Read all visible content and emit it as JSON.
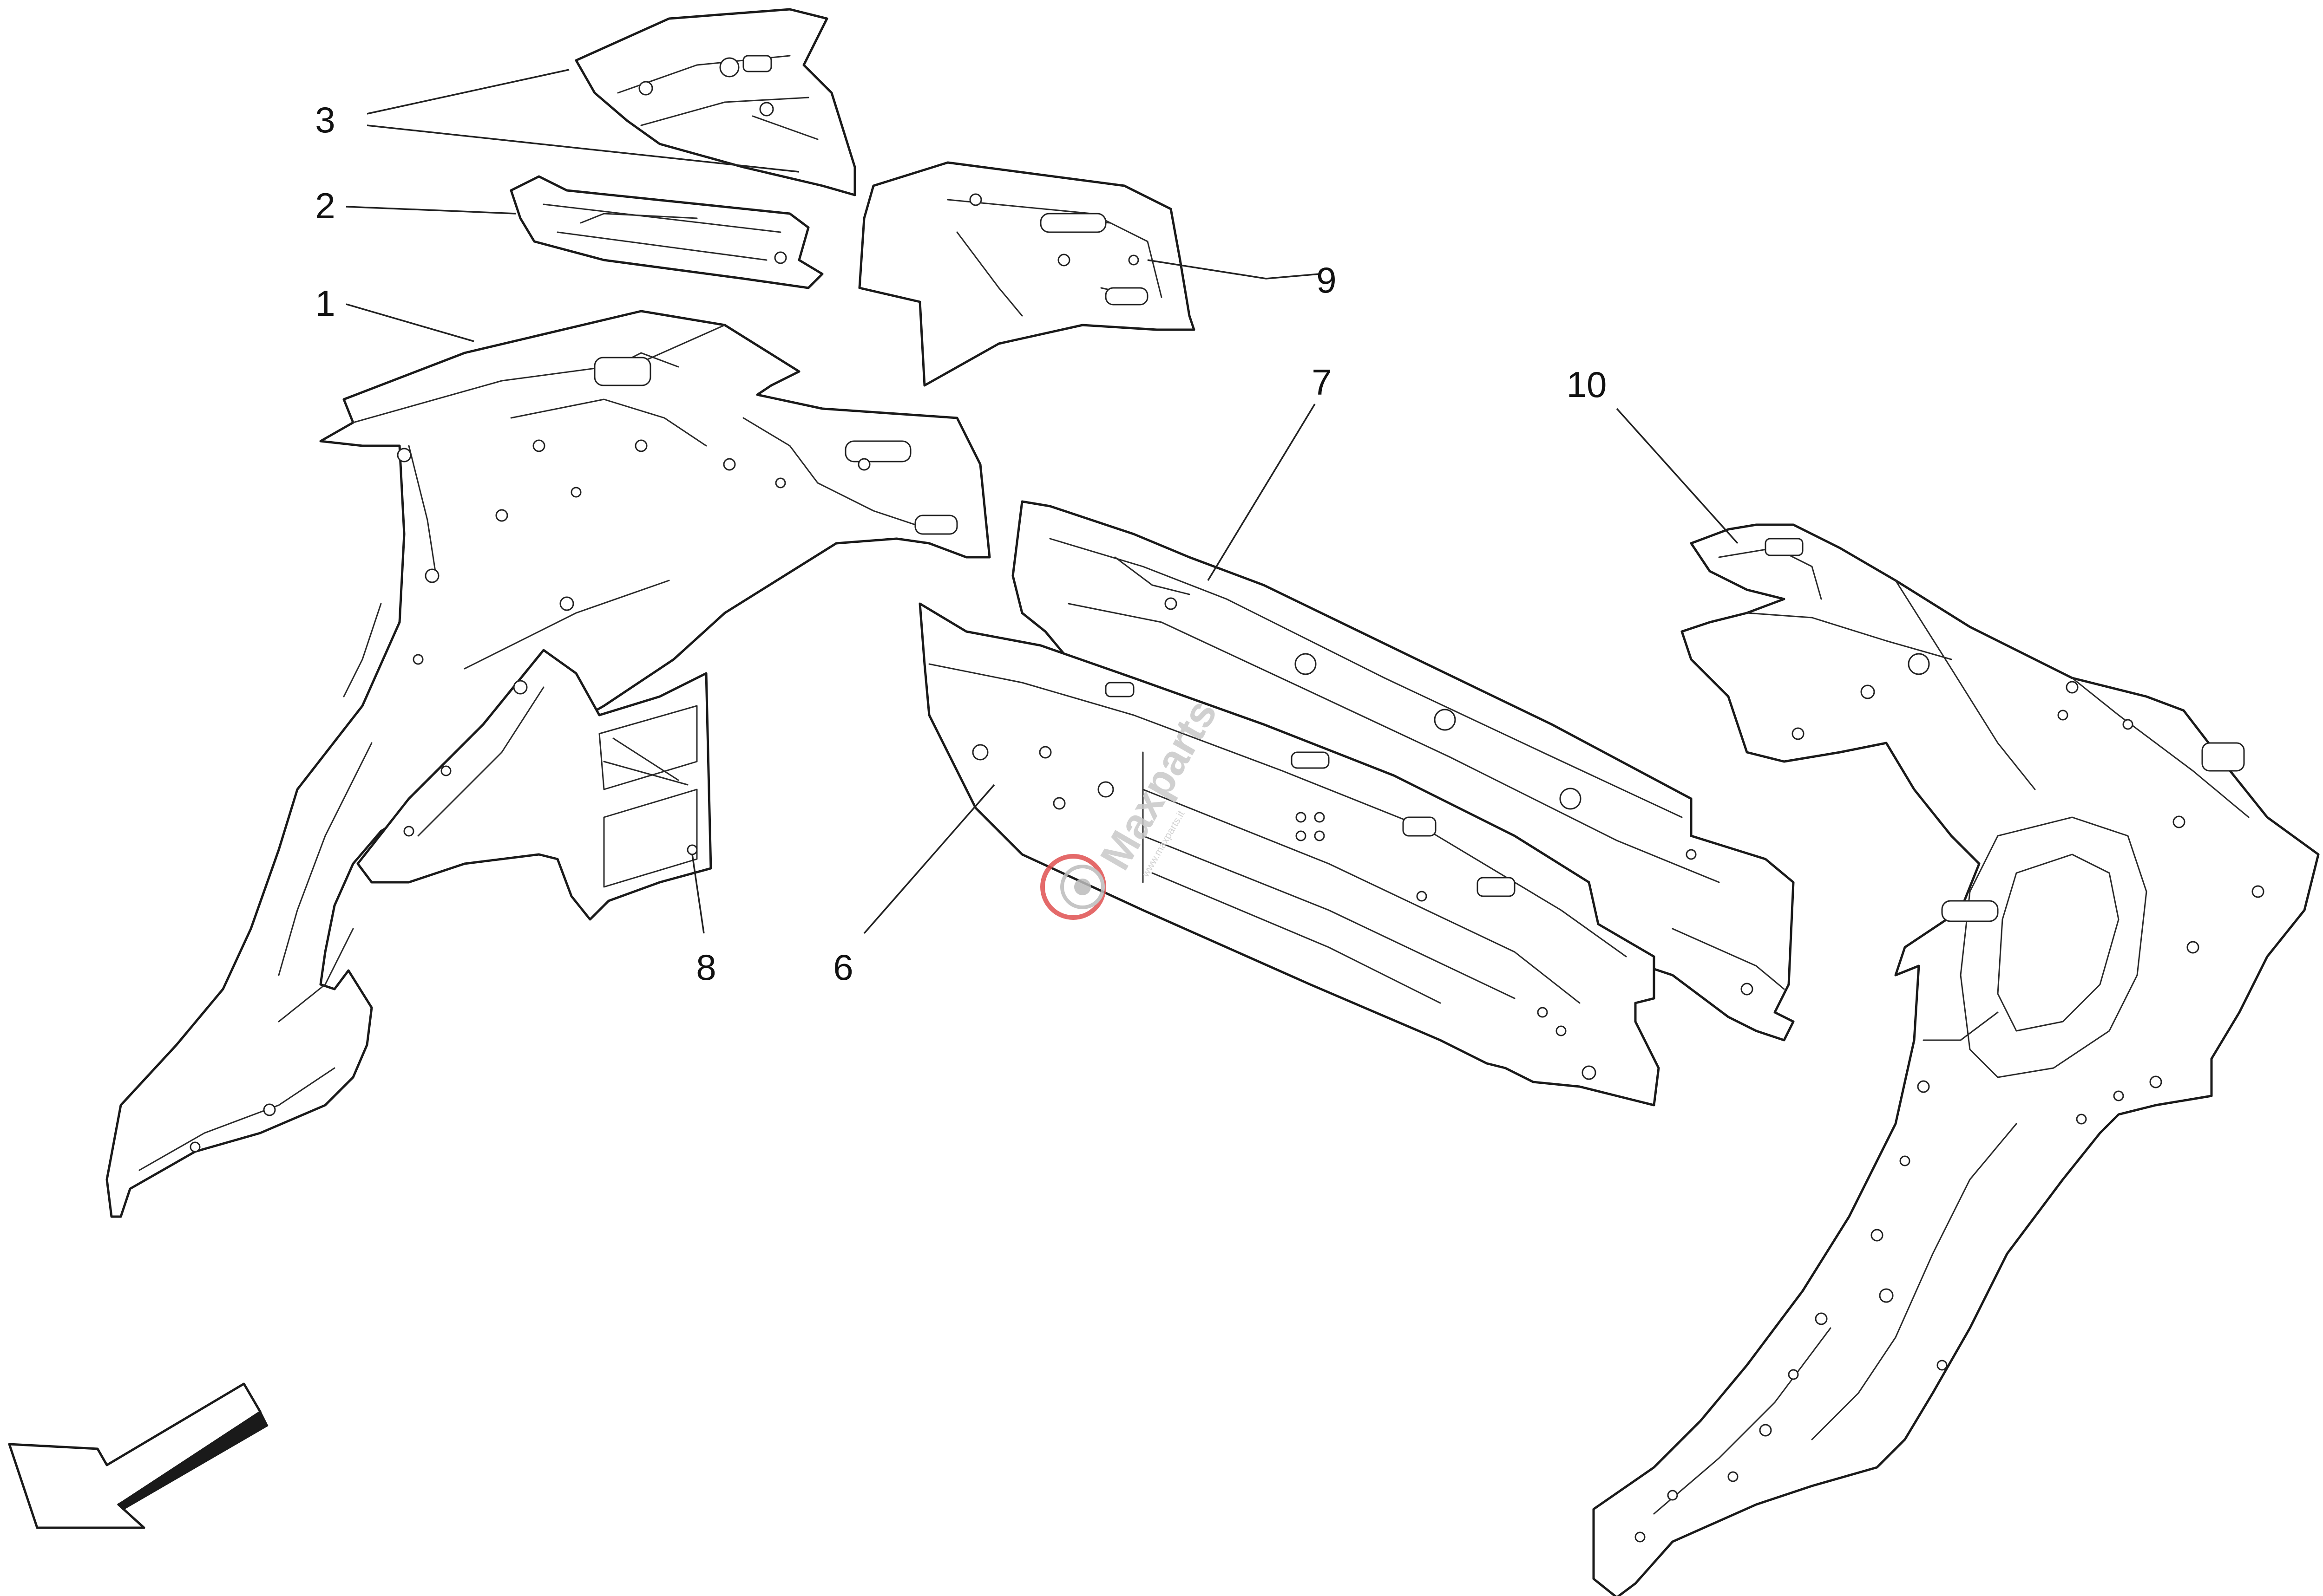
{
  "callouts": {
    "c1": "1",
    "c2": "2",
    "c3": "3",
    "c6": "6",
    "c7": "7",
    "c8": "8",
    "c9": "9",
    "c10": "10"
  },
  "watermark": {
    "brand": "Maxparts",
    "tagline": "www.maxparts.it"
  },
  "colors": {
    "line": "#1a1a1a",
    "watermark_logo": "#e05050",
    "watermark_text": "#c8c8c8"
  },
  "icons": {
    "direction_arrow": "arrow-down-left-icon",
    "watermark_logo": "gear-logo-icon"
  }
}
